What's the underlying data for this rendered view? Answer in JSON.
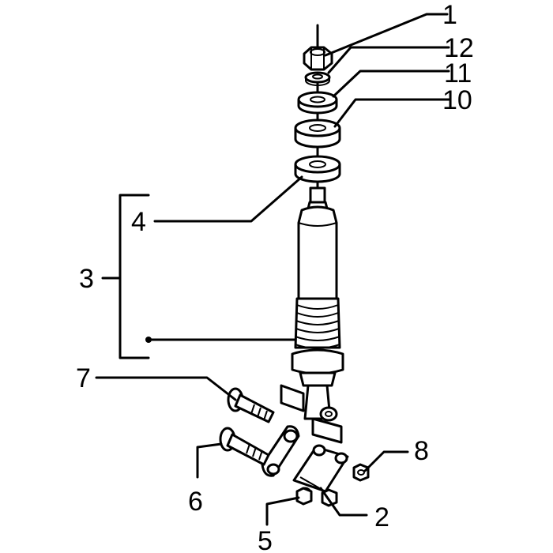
{
  "diagram": {
    "callouts": [
      {
        "id": "1",
        "text": "1"
      },
      {
        "id": "12",
        "text": "12"
      },
      {
        "id": "11",
        "text": "11"
      },
      {
        "id": "10",
        "text": "10"
      },
      {
        "id": "4",
        "text": "4"
      },
      {
        "id": "3",
        "text": "3"
      },
      {
        "id": "7",
        "text": "7"
      },
      {
        "id": "8",
        "text": "8"
      },
      {
        "id": "6",
        "text": "6"
      },
      {
        "id": "2",
        "text": "2"
      },
      {
        "id": "5",
        "text": "5"
      }
    ],
    "line_color": "#000000",
    "background_color": "#ffffff"
  }
}
